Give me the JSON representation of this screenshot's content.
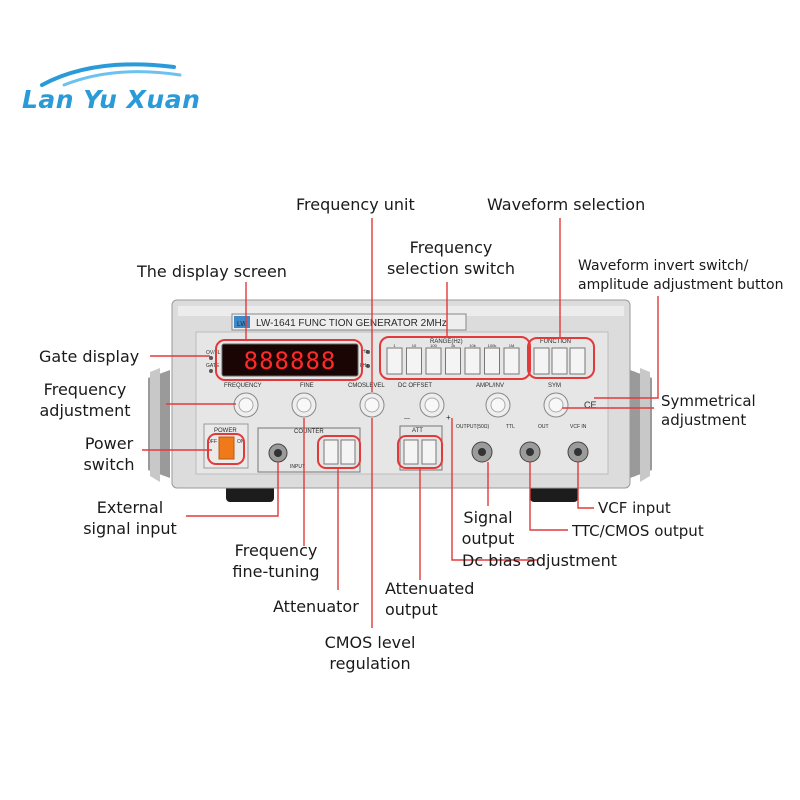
{
  "brand": {
    "name": "Lan Yu Xuan"
  },
  "device": {
    "logo": "LW",
    "model_title": "LW-1641 FUNC TION GENERATOR 2MHz",
    "display_value": "888888",
    "display_leds": [
      "OV/FL",
      "GATE"
    ],
    "unit_leds": [
      "Hz",
      "kHz"
    ],
    "panel_labels": {
      "range": "RANGE(Hz)",
      "range_steps": [
        "1",
        "10",
        "100",
        "1k",
        "10k",
        "100k",
        "1M"
      ],
      "function": "FUNCTION",
      "frequency": "FREQUENCY",
      "fine": "FINE",
      "cmos_level": "CMOSLEVEL",
      "dc_offset": "DC OFFSET",
      "ampl_inv": "AMPL/INV",
      "sym": "SYM",
      "power": "POWER",
      "off": "OFF",
      "on": "ON",
      "counter": "COUNTER",
      "input": "INPUT",
      "att": "ATT",
      "output_50": "OUTPUT(50Ω)",
      "ttl": "TTL",
      "out": "OUT",
      "vcf_in": "VCF IN",
      "minus": "—",
      "plus": "+",
      "ce": "CE"
    }
  },
  "annotations": {
    "frequency_unit": "Frequency unit",
    "waveform_selection": "Waveform selection",
    "display_screen": "The display screen",
    "frequency_selection": [
      "Frequency",
      "selection switch"
    ],
    "waveform_invert": [
      "Waveform invert switch/",
      "amplitude adjustment button"
    ],
    "gate_display": "Gate display",
    "frequency_adjustment": [
      "Frequency",
      "adjustment"
    ],
    "symmetrical_adjustment": [
      "Symmetrical",
      "adjustment"
    ],
    "power_switch": [
      "Power",
      "switch"
    ],
    "external_signal": [
      "External",
      "signal input"
    ],
    "signal_output": [
      "Signal",
      "output"
    ],
    "vcf_input": "VCF input",
    "ttc_cmos_output": "TTC/CMOS output",
    "dc_bias": "Dc bias adjustment",
    "frequency_fine": [
      "Frequency",
      "fine-tuning"
    ],
    "attenuator": "Attenuator",
    "attenuated_output": [
      "Attenuated",
      "output"
    ],
    "cmos_level_regulation": [
      "CMOS level",
      "regulation"
    ]
  },
  "colors": {
    "callout": "#e23a3a",
    "brand": "#2a9ad8",
    "panel": "#e4e4e4",
    "display_bg": "#1a0404",
    "display_digits": "#ff2a2a",
    "power_button": "#f07a1a",
    "accent_blue": "#3d88c8"
  }
}
